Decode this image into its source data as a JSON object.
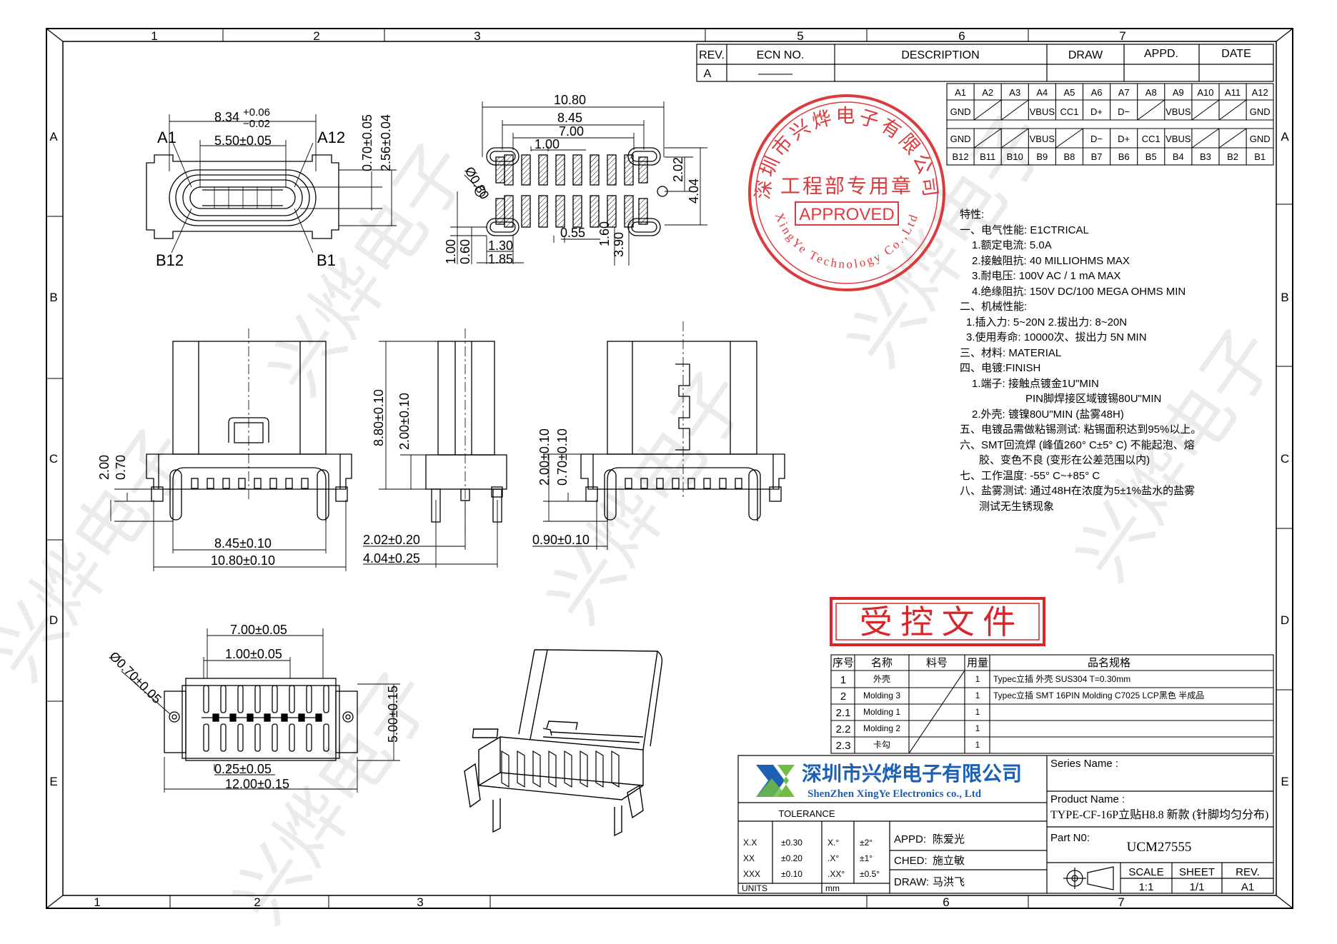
{
  "grid": {
    "cols": [
      "1",
      "2",
      "3",
      "5",
      "6",
      "7"
    ],
    "bottom_cols": [
      "1",
      "2",
      "3",
      "6",
      "7"
    ],
    "rows": [
      "A",
      "B",
      "C",
      "D",
      "E"
    ]
  },
  "revision_block": {
    "headers": [
      "REV.",
      "ECN NO.",
      "DESCRIPTION",
      "DRAW",
      "APPD.",
      "DATE"
    ],
    "row": {
      "rev": "A",
      "ecn": "———"
    }
  },
  "pinout": {
    "top_labels": [
      "A1",
      "A2",
      "A3",
      "A4",
      "A5",
      "A6",
      "A7",
      "A8",
      "A9",
      "A10",
      "A11",
      "A12"
    ],
    "top_signals": [
      "GND",
      "",
      "",
      "VBUS",
      "CC1",
      "D+",
      "D−",
      "",
      "VBUS",
      "",
      "",
      "GND"
    ],
    "bottom_signals": [
      "GND",
      "",
      "",
      "VBUS",
      "",
      "D−",
      "D+",
      "CC1",
      "VBUS",
      "",
      "",
      "GND"
    ],
    "bottom_labels": [
      "B12",
      "B11",
      "B10",
      "B9",
      "B8",
      "B7",
      "B6",
      "B5",
      "B4",
      "B3",
      "B2",
      "B1"
    ]
  },
  "stamp": {
    "ring_text": "深圳市兴烨电子有限公司",
    "ring_text_en": "XingYe Technology Co.,Ltd",
    "center": "工程部专用章",
    "approved": "APPROVED"
  },
  "controlled_stamp": "受 控 文 件",
  "specs": {
    "title": "特性:",
    "lines": [
      "一、电气性能: E1CTRICAL",
      "1.额定电流: 5.0A",
      "2.接触阻抗: 40 MILLIOHMS MAX",
      "3.耐电压: 100V AC / 1 mA MAX",
      "4.绝缘阻抗: 150V DC/100 MEGA OHMS MIN",
      "二、机械性能:",
      "1.插入力: 5~20N  2.拔出力: 8~20N",
      "3.使用寿命: 10000次、拔出力 5N MIN",
      "三、材料: MATERIAL",
      "四、电镀:FINISH",
      "1.端子: 接触点镀金1U\"MIN",
      "PIN脚焊接区域镀锡80U\"MIN",
      "2.外壳: 镀镍80U\"MIN (盐雾48H)",
      "五、电镀品需做粘锡测试: 粘锡面积达到95%以上。",
      "六、SMT回流焊 (峰值260° C±5° C) 不能起泡、熔",
      "胶、变色不良 (变形在公差范围以内)",
      "七、工作温度: -55° C~+85° C",
      "八、盐雾测试: 通过48H在浓度为5±1%盐水的盐雾",
      "测试无生锈现象"
    ]
  },
  "bom": {
    "headers": [
      "序号",
      "名称",
      "料号",
      "用量",
      "品名规格"
    ],
    "rows": [
      {
        "no": "1",
        "name": "外壳",
        "qty": "1",
        "spec": "Typec立插 外壳 SUS304 T=0.30mm"
      },
      {
        "no": "2",
        "name": "Molding 3",
        "qty": "1",
        "spec": "Typec立插 SMT 16PIN Molding C7025 LCP黑色 半成品"
      },
      {
        "no": "2.1",
        "name": "Molding 1",
        "qty": "1",
        "spec": ""
      },
      {
        "no": "2.2",
        "name": "Molding 2",
        "qty": "1",
        "spec": ""
      },
      {
        "no": "2.3",
        "name": "卡勾",
        "qty": "1",
        "spec": ""
      }
    ]
  },
  "title_block": {
    "company_cn": "深圳市兴烨电子有限公司",
    "company_en": "ShenZhen XingYe Electronics co., Ltd",
    "series_label": "Series Name :",
    "product_label": "Product Name :",
    "product_name": "TYPE-CF-16P立贴H8.8 新款 (针脚均匀分布)",
    "part_label": "Part N0:",
    "part_no": "UCM27555",
    "tolerance_title": "TOLERANCE",
    "tolerances": [
      {
        "a": "X.X",
        "b": "±0.30",
        "c": "X.°",
        "d": "±2°"
      },
      {
        "a": "XX",
        "b": "±0.20",
        "c": ".X°",
        "d": "±1°"
      },
      {
        "a": "XXX",
        "b": "±0.10",
        "c": ".XX°",
        "d": "±0.5°"
      }
    ],
    "units_label": "UNITS",
    "units_value": "mm",
    "appd_label": "APPD:",
    "appd_value": "陈爱光",
    "ched_label": "CHED:",
    "ched_value": "施立敏",
    "draw_label": "DRAW:",
    "draw_value": "马洪飞",
    "scale_label": "SCALE",
    "scale_value": "1:1",
    "sheet_label": "SHEET",
    "sheet_value": "1/1",
    "rev_label": "REV.",
    "rev_value": "A1"
  },
  "dims": {
    "front_width": "8.34",
    "front_tol_plus": "+0.06",
    "front_tol_minus": "−0.02",
    "front_inner": "5.50±0.05",
    "front_h1": "0.70±0.05",
    "front_h2": "2.56±0.04",
    "front_a1": "A1",
    "front_a12": "A12",
    "front_b12": "B12",
    "front_b1": "B1",
    "pcb_w1": "10.80",
    "pcb_w2": "8.45",
    "pcb_w3": "7.00",
    "pcb_pitch": "1.00",
    "pcb_hole": "Ø0.80",
    "pcb_v1": "2.02",
    "pcb_v2": "4.04",
    "pcb_pad": "0.55",
    "pcb_v3": "1.60",
    "pcb_v4": "3.90",
    "pcb_l1": "1.00",
    "pcb_l2": "0.60",
    "pcb_l3": "1.30",
    "pcb_l4": "1.85",
    "side_h1": "2.00",
    "side_h2": "0.70",
    "side_w1": "8.45±0.10",
    "side_w2": "10.80±0.10",
    "mid_h1": "8.80±0.10",
    "mid_h2": "2.00±0.10",
    "mid_w1": "2.02±0.20",
    "mid_w2": "4.04±0.25",
    "right_h1": "2.00±0.10",
    "right_h2": "0.70±0.10",
    "right_w": "0.90±0.10",
    "bot_w1": "7.00±0.05",
    "bot_pitch": "1.00±0.05",
    "bot_hole": "Ø0.70±0.05",
    "bot_h": "5.00±0.15",
    "bot_pad": "0.25±0.05",
    "bot_w2": "12.00±0.15"
  },
  "colors": {
    "stamp_red": "#d9262a",
    "logo_blue": "#1d5fb4",
    "logo_green": "#6fbd44",
    "watermark": "#d6d6d6"
  }
}
